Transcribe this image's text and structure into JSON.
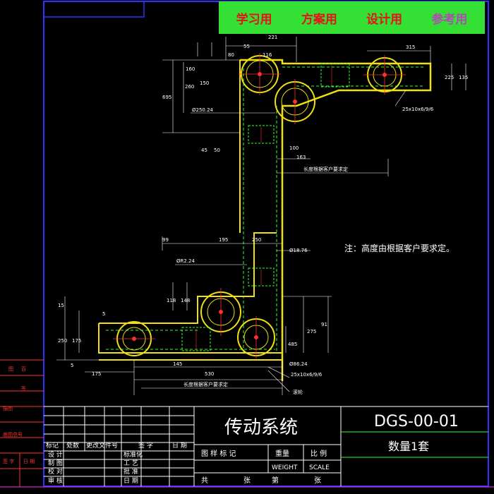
{
  "banner": {
    "study": "学习用",
    "scheme": "方案用",
    "design": "设计用",
    "reference": "参考用"
  },
  "note": "注：高度由根据客户要求定。",
  "title_block": {
    "drawing_title": "传动系统",
    "drawing_number": "DGS-00-01",
    "quantity": "数量1套",
    "rev_labels": [
      "标记",
      "处数",
      "更改文件号",
      "签 字",
      "日 期"
    ],
    "row_labels": [
      "设 计",
      "制 图",
      "校 对",
      "审 核"
    ],
    "mid_labels": [
      "标准化",
      "工 艺",
      "批 准",
      "日 期"
    ],
    "table_headers": [
      "图 样 标 记",
      "重量",
      "比 例"
    ],
    "weight_label": "WEIGHT",
    "scale_label": "SCALE",
    "sheet_labels": [
      "共",
      "张",
      "第",
      "张"
    ]
  },
  "side_labels": [
    "图",
    "签",
    "描图",
    "底图总号",
    "签 字",
    "日 期"
  ],
  "dimensions": {
    "top": [
      "55",
      "221",
      "80",
      "116"
    ],
    "top_right": "315",
    "right_height": [
      "225",
      "135"
    ],
    "left_vertical": [
      "160",
      "260",
      "150",
      "695"
    ],
    "diameter_top": "Ø250.24",
    "spacing_top": [
      "45",
      "50"
    ],
    "mid_h": [
      "100",
      "163"
    ],
    "mid_label": "长度根据客户要求定",
    "bottom_h": [
      "99",
      "195",
      "250"
    ],
    "diameter_mid": "ØR2.24",
    "mid_vertical": [
      "118",
      "148"
    ],
    "mid_right": "Ø18.76",
    "bottom_left": [
      "15",
      "5",
      "250",
      "175",
      "5",
      "175"
    ],
    "bottom_h2": [
      "145",
      "530"
    ],
    "bottom_right": [
      "91",
      "275",
      "485",
      "Ø86.24"
    ],
    "bottom_label": "长度根据客户要求定",
    "chain_label_top": "25x10x6/9/6",
    "chain_label_bottom": "25x10x6/9/6",
    "bottom_part_label": "滚轮"
  }
}
